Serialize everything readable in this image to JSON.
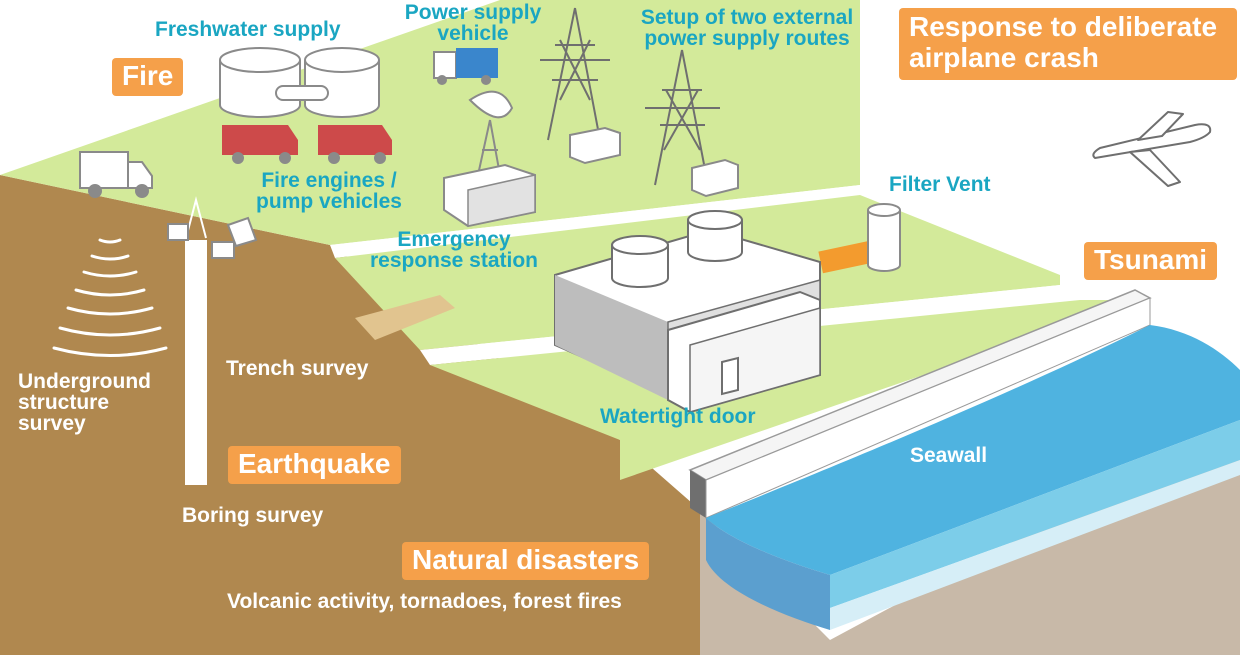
{
  "categories": {
    "fire": "Fire",
    "earthquake": "Earthquake",
    "tsunami": "Tsunami",
    "natural_disasters": "Natural disasters",
    "airplane": "Response to deliberate airplane crash"
  },
  "labels": {
    "freshwater_supply": "Freshwater supply",
    "power_supply_vehicle": "Power supply vehicle",
    "external_power_routes": "Setup of two external power supply routes",
    "fire_engines": "Fire engines / pump vehicles",
    "emergency_station": "Emergency response station",
    "filter_vent": "Filter Vent",
    "underground_survey": "Underground structure survey",
    "trench_survey": "Trench survey",
    "watertight_door": "Watertight door",
    "seawall": "Seawall",
    "boring_survey": "Boring survey",
    "natural_disasters_examples": "Volcanic activity, tornadoes, forest fires"
  },
  "colors": {
    "ground": "#b0884f",
    "grass": "#d3ea9a",
    "sea": "#4fb3e0",
    "badge": "#f5a04a",
    "label_teal": "#1aa6c2",
    "fire_engine": "#cd4a4a",
    "vent_pipe": "#f39b2e",
    "power_vehicle": "#3a86cc"
  }
}
